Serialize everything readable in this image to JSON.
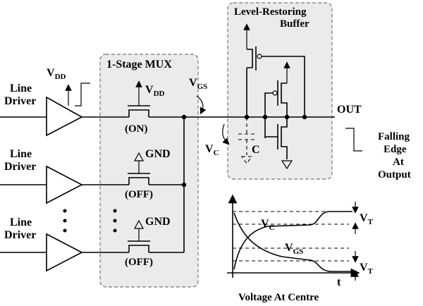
{
  "labels": {
    "driver_line1": "Line",
    "driver_line2": "Driver",
    "vdd": "V",
    "vdd_sub": "DD",
    "mux_title": "1-Stage MUX",
    "on": "(ON)",
    "off": "(OFF)",
    "gnd": "GND",
    "vgs": "V",
    "vgs_sub": "GS",
    "vc": "V",
    "vc_sub": "C",
    "cap": "C",
    "buffer_line1": "Level-Restoring",
    "buffer_line2": "Buffer",
    "out": "OUT",
    "falling_line1": "Falling",
    "falling_line2": "Edge",
    "falling_line3": "At",
    "falling_line4": "Output",
    "plot_vc": "V",
    "plot_vc_sub": "C",
    "plot_vgs": "V",
    "plot_vgs_sub": "GS",
    "plot_vt": "V",
    "plot_vt_sub": "T",
    "plot_t": "t",
    "plot_title": "Voltage At Centre",
    "ellipsis": "•"
  },
  "colors": {
    "box_fill": "#ebebeb",
    "box_stroke": "#777777",
    "ink": "#000000"
  }
}
